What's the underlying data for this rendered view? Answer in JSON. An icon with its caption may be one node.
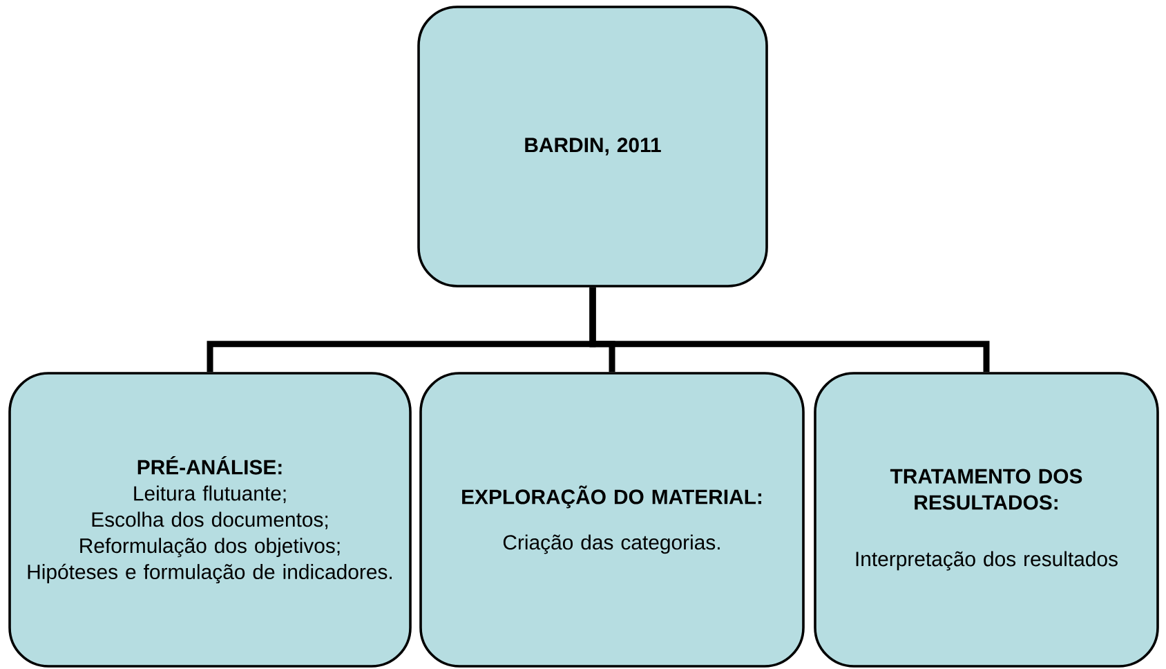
{
  "diagram": {
    "nodes": [
      {
        "text": [
          "BARDIN, 2011"
        ]
      },
      {
        "text": [
          "PRÉ-ANÁLISE:",
          "Leitura flutuante;",
          "Escolha dos documentos;",
          "Reformulação dos objetivos;",
          "Hipóteses e formulação de indicadores."
        ]
      },
      {
        "text": [
          "EXPLORAÇÃO DO MATERIAL:",
          "Criação das categorias."
        ]
      },
      {
        "text": [
          "TRATAMENTO DOS RESULTADOS:",
          "Interpretação dos resultados"
        ]
      }
    ],
    "edges": [
      {
        "from": 0,
        "to": 1,
        "arrow": "none"
      },
      {
        "from": 0,
        "to": 2,
        "arrow": "none"
      },
      {
        "from": 0,
        "to": 3,
        "arrow": "none"
      }
    ]
  }
}
